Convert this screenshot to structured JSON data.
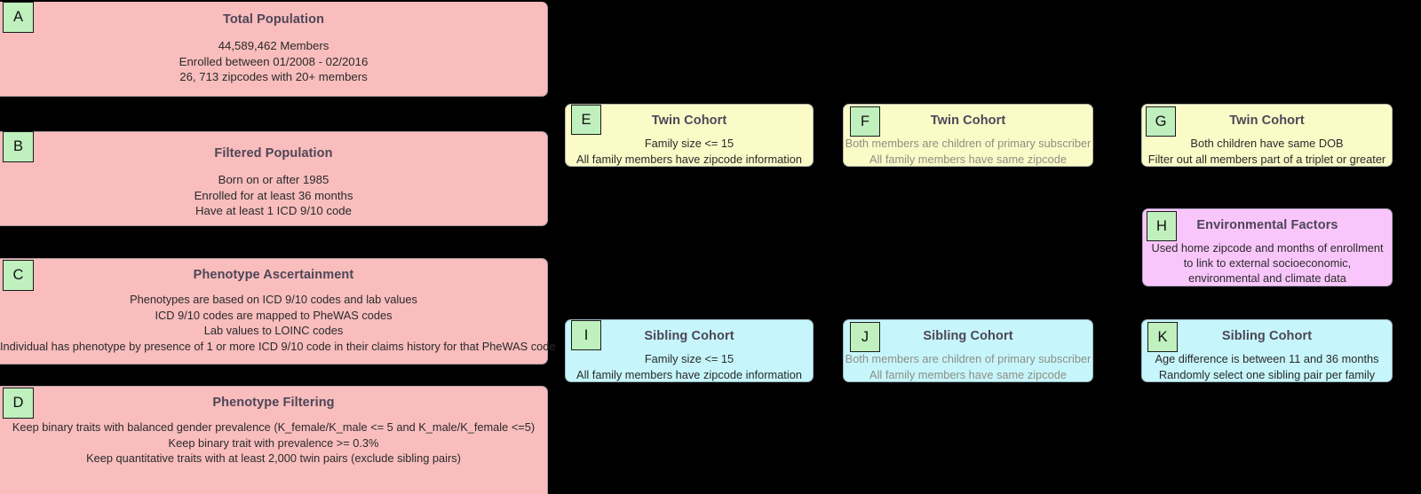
{
  "diagram": {
    "colors": {
      "background": "#000000",
      "pink": "#f9bdbd",
      "yellow": "#fbfbc8",
      "cyan": "#c6f6fb",
      "violet": "#f9c6fb",
      "badge_green": "#bff0bd",
      "title_text": "#4d4656",
      "body_text": "#2a2a2a",
      "muted_text": "#8e8e84"
    },
    "panels": {
      "a": {
        "badge": "A",
        "title": "Total Population",
        "lines": [
          "44,589,462 Members",
          "Enrolled between 01/2008 - 02/2016",
          "26, 713 zipcodes with 20+ members"
        ]
      },
      "b": {
        "badge": "B",
        "title": "Filtered Population",
        "lines": [
          "Born on or after 1985",
          "Enrolled for at least 36 months",
          "Have at least 1 ICD 9/10 code"
        ]
      },
      "c": {
        "badge": "C",
        "title": "Phenotype Ascertainment",
        "lines": [
          "Phenotypes are based on ICD 9/10 codes and lab values",
          "ICD 9/10 codes are mapped to PheWAS codes",
          "Lab values to LOINC codes",
          "Individual has phenotype by presence of 1 or more ICD 9/10 code in their claims history for that PheWAS code"
        ]
      },
      "d": {
        "badge": "D",
        "title": "Phenotype Filtering",
        "lines": [
          "Keep binary traits with balanced gender prevalence (K_female/K_male <= 5 and K_male/K_female <=5)",
          "Keep binary trait with prevalence >= 0.3%",
          "Keep quantitative traits with at least 2,000 twin pairs (exclude sibling pairs)"
        ]
      },
      "e": {
        "badge": "E",
        "title": "Twin Cohort",
        "lines": [
          "Family size <= 15",
          "All family members have zipcode information"
        ]
      },
      "f": {
        "badge": "F",
        "title": "Twin Cohort",
        "lines": [
          "Both members are children of primary subscriber",
          "All family members have same zipcode"
        ]
      },
      "g": {
        "badge": "G",
        "title": "Twin Cohort",
        "lines": [
          "Both children have same DOB",
          "Filter out all members part of a triplet or greater"
        ]
      },
      "h": {
        "badge": "H",
        "title": "Environmental Factors",
        "lines": [
          "Used home zipcode and months of enrollment to link to external socioeconomic, environmental and climate data"
        ]
      },
      "i": {
        "badge": "I",
        "title": "Sibling Cohort",
        "lines": [
          "Family size <= 15",
          "All family members have zipcode information"
        ]
      },
      "j": {
        "badge": "J",
        "title": "Sibling Cohort",
        "lines": [
          "Both members are children of primary subscriber",
          "All family members have same zipcode"
        ]
      },
      "k": {
        "badge": "K",
        "title": "Sibling Cohort",
        "lines": [
          "Age difference is between 11 and 36 months",
          "Randomly select one sibling pair per family"
        ]
      }
    }
  }
}
